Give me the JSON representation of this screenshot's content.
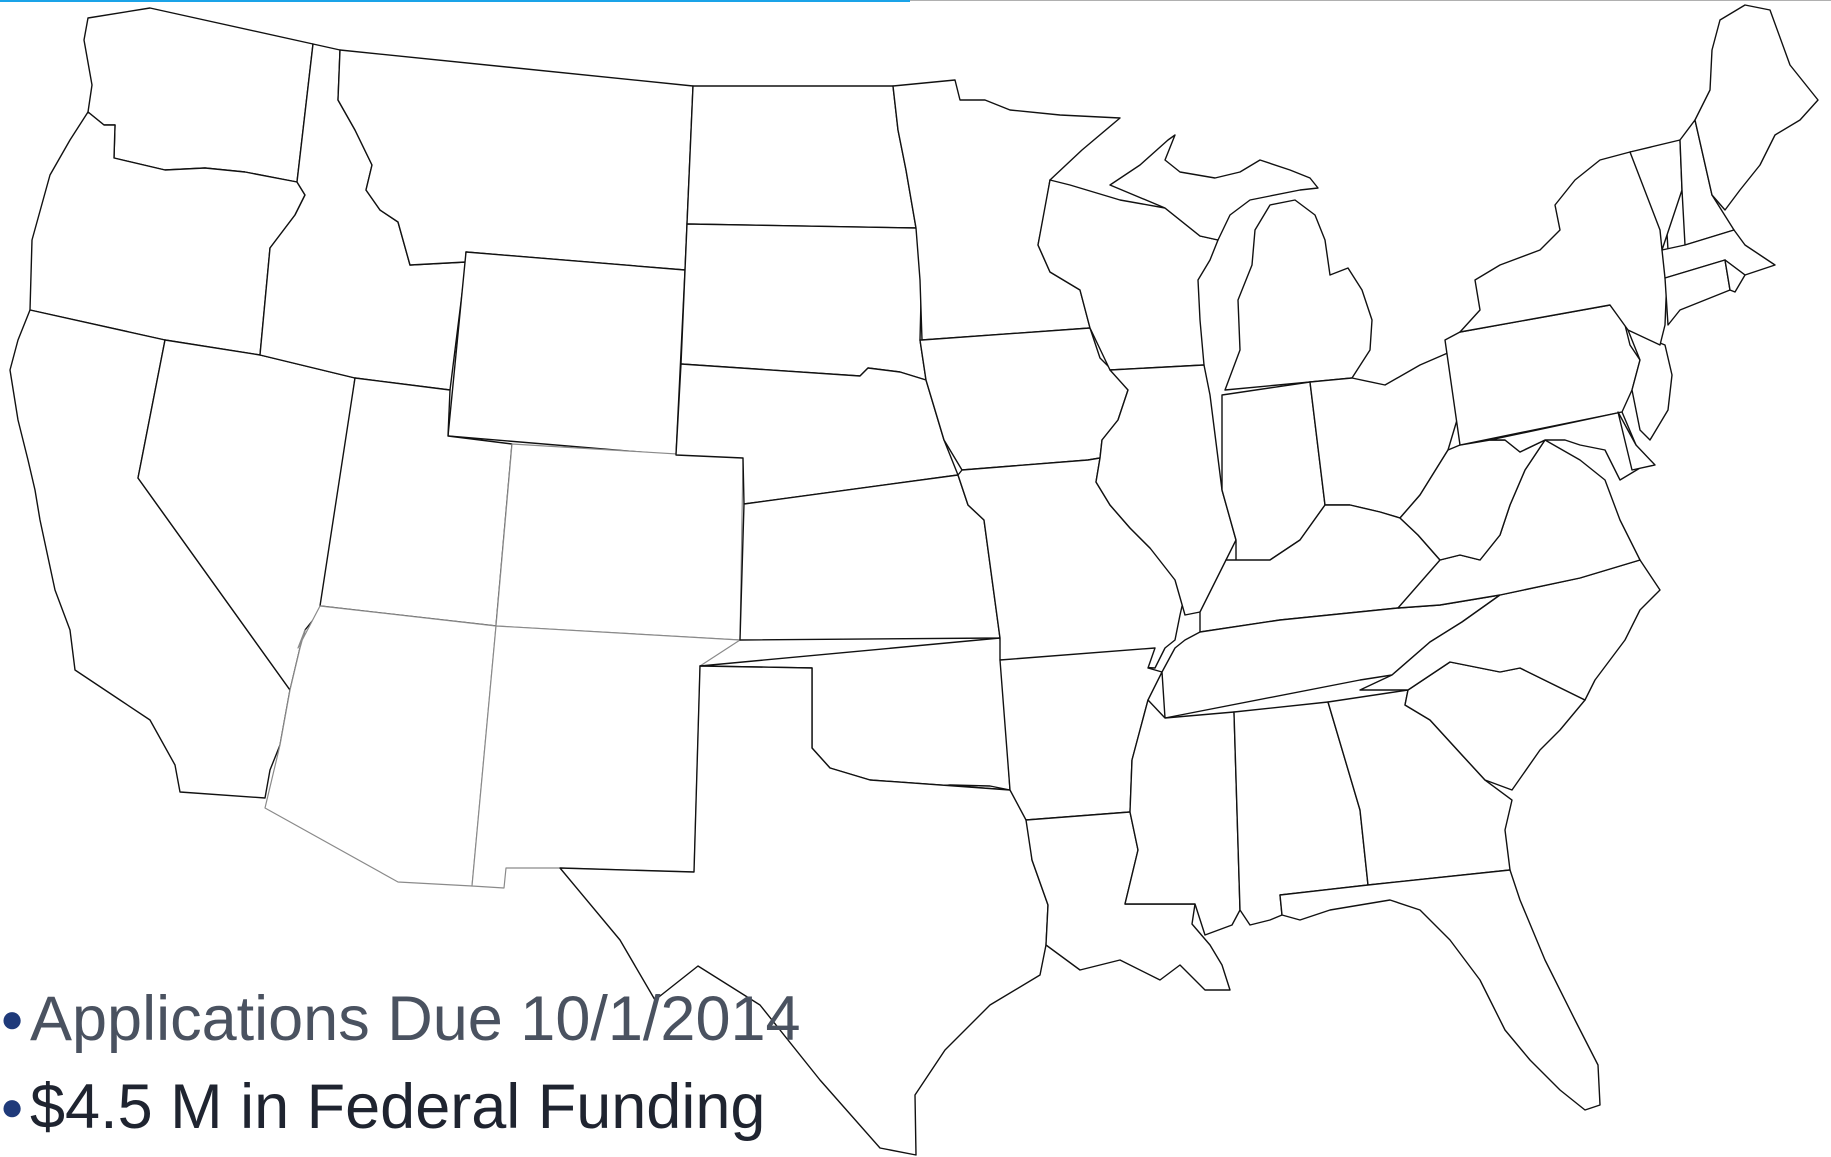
{
  "colors": {
    "accent_line": "#1aa3e8",
    "bullet_dot": "#1f3a7a",
    "bullet1_text": "#4a5260",
    "bullet2_text": "#1f2430"
  },
  "map": {
    "name": "us-states-outline-map",
    "labels_shown": false
  },
  "bullets": [
    {
      "text": "Applications Due 10/1/2014"
    },
    {
      "text": "$4.5 M in Federal Funding"
    }
  ]
}
